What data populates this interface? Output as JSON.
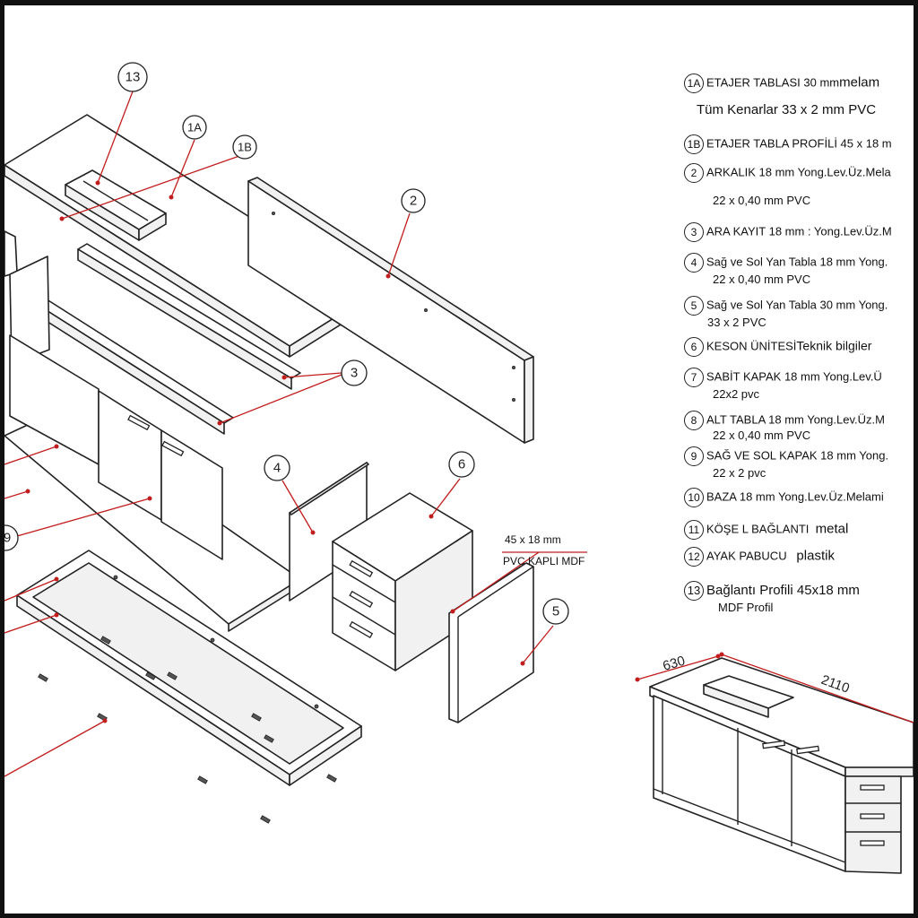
{
  "labels": {
    "l13": "13",
    "l1A": "1A",
    "l1B": "1B",
    "l2": "2",
    "l3": "3",
    "l4": "4",
    "l5": "5",
    "l6": "6",
    "l9": "9"
  },
  "pvc_note": {
    "line1": "45 x 18 mm",
    "line2": "PVC KAPLI MDF"
  },
  "dimensions": {
    "depth": "630",
    "width": "2110"
  },
  "legend": [
    {
      "num": "1A",
      "text": "ETAJER TABLASI  30 mm",
      "extra": "melam",
      "sub": "Tüm Kenarlar 33 x 2 mm PVC"
    },
    {
      "num": "1B",
      "text": "ETAJER TABLA PROFİLİ 45 x 18 m",
      "extra": "",
      "sub": ""
    },
    {
      "num": "2",
      "text": "ARKALIK 18 mm  Yong.Lev.Üz.Mela",
      "extra": "",
      "sub": "22 x 0,40 mm PVC"
    },
    {
      "num": "3",
      "text": "ARA KAYIT   18 mm : Yong.Lev.Üz.M",
      "extra": "",
      "sub": ""
    },
    {
      "num": "4",
      "text": "Sağ ve Sol Yan Tabla 18 mm Yong.",
      "extra": "",
      "sub": "22 x 0,40 mm PVC"
    },
    {
      "num": "5",
      "text": "Sağ  ve Sol Yan Tabla 30 mm Yong.",
      "extra": "",
      "sub": "33 x 2 PVC"
    },
    {
      "num": "6",
      "text": "KESON ÜNİTESİ",
      "extra": "Teknik bilgiler",
      "sub": ""
    },
    {
      "num": "7",
      "text": "SABİT KAPAK  18 mm   Yong.Lev.Ü",
      "extra": "",
      "sub": "22x2 pvc"
    },
    {
      "num": "8",
      "text": "ALT TABLA 18 mm  Yong.Lev.Üz.M",
      "extra": "",
      "sub": "22 x 0,40 mm PVC"
    },
    {
      "num": "9",
      "text": "SAĞ VE SOL KAPAK 18 mm  Yong.",
      "extra": "",
      "sub": "22 x 2 pvc"
    },
    {
      "num": "10",
      "text": "BAZA 18 mm   Yong.Lev.Üz.Melami",
      "extra": "",
      "sub": ""
    },
    {
      "num": "11",
      "text": "KÖŞE L BAĞLANTI",
      "extra": "metal",
      "sub": ""
    },
    {
      "num": "12",
      "text": "AYAK PABUCU",
      "extra": "plastik",
      "sub": ""
    },
    {
      "num": "13",
      "text": "Bağlantı Profili 45x18 mm",
      "extra": "",
      "sub": "MDF Profil"
    }
  ]
}
